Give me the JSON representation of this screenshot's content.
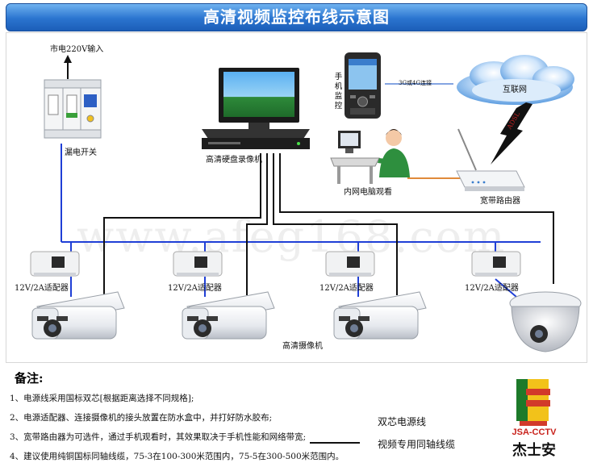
{
  "title": "高清视频监控布线示意图",
  "labels": {
    "mains_input": "市电220V输入",
    "breaker": "漏电开关",
    "dvr": "高清硬盘录像机",
    "phone_vertical": "手机监控",
    "network_3g4g": "3G或4G连接",
    "internet": "互联网",
    "adsl": "ADSL",
    "lan_pc": "内网电脑观看",
    "router": "宽带路由器",
    "adapter": "12V/2A适配器",
    "camera": "高清摄像机",
    "watermark": "www.afeg168.com"
  },
  "notes": {
    "heading": "备注:",
    "items": [
      "1、电源线采用国标双芯[根据距离选择不同规格];",
      "2、电源适配器、连接摄像机的接头放置在防水盒中，并打好防水胶布;",
      "3、宽带路由器为可选件，通过手机观看时，其效果取决于手机性能和网络带宽;",
      "4、建议使用纯铜国标同轴线缆，75-3在100-300米范围内，75-5在300-500米范围内。"
    ]
  },
  "legend": {
    "power_line": "双芯电源线",
    "coax_line": "视频专用同轴线缆"
  },
  "logo": {
    "text_en": "JSA-CCTV",
    "text_cn": "杰士安"
  },
  "colors": {
    "power_line": "#1f3fd6",
    "coax_line": "#111111",
    "network_line": "#e08a3a",
    "title_blue": "#2a74cf"
  }
}
